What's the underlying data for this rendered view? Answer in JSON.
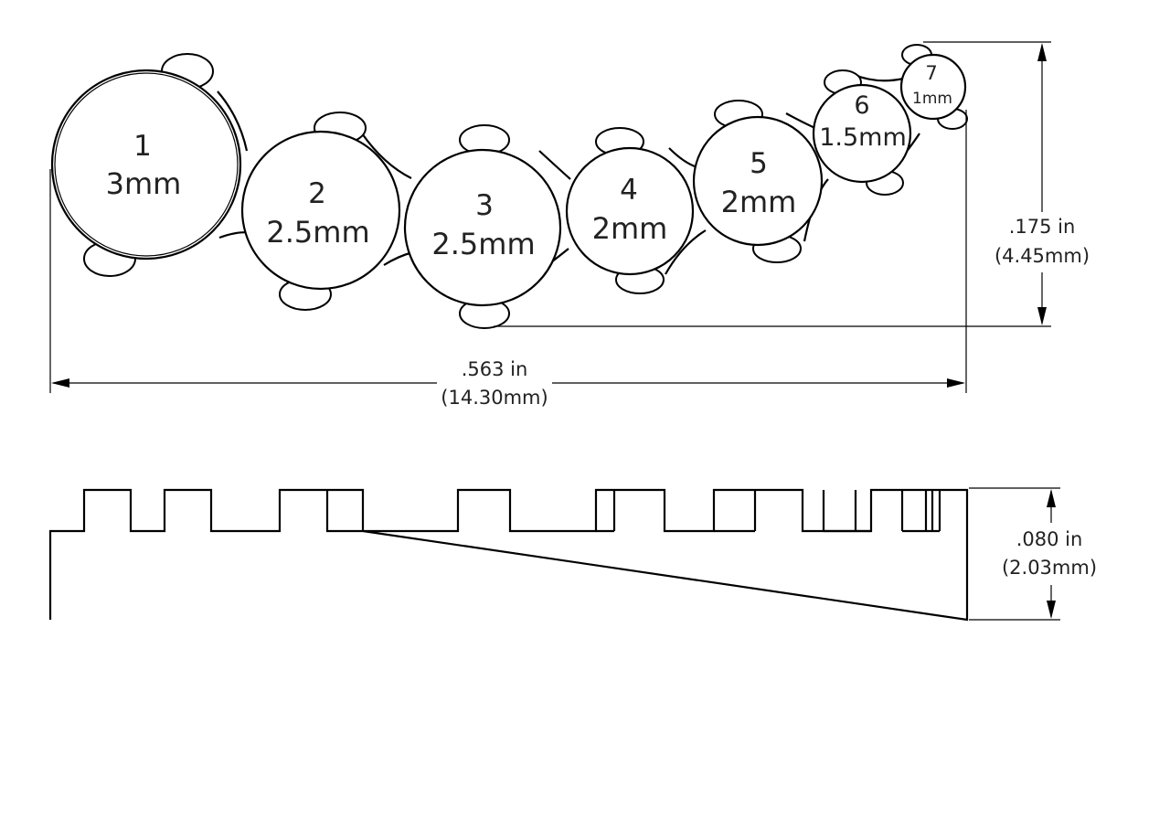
{
  "holes": [
    {
      "number": "1",
      "size": "3mm"
    },
    {
      "number": "2",
      "size": "2.5mm"
    },
    {
      "number": "3",
      "size": "2.5mm"
    },
    {
      "number": "4",
      "size": "2mm"
    },
    {
      "number": "5",
      "size": "2mm"
    },
    {
      "number": "6",
      "size": "1.5mm"
    },
    {
      "number": "7",
      "size": "1mm"
    }
  ],
  "dimensions": {
    "width": {
      "inches": ".563 in",
      "mm": "(14.30mm)"
    },
    "height": {
      "inches": ".175 in",
      "mm": "(4.45mm)"
    },
    "thickness": {
      "inches": ".080 in",
      "mm": "(2.03mm)"
    }
  }
}
